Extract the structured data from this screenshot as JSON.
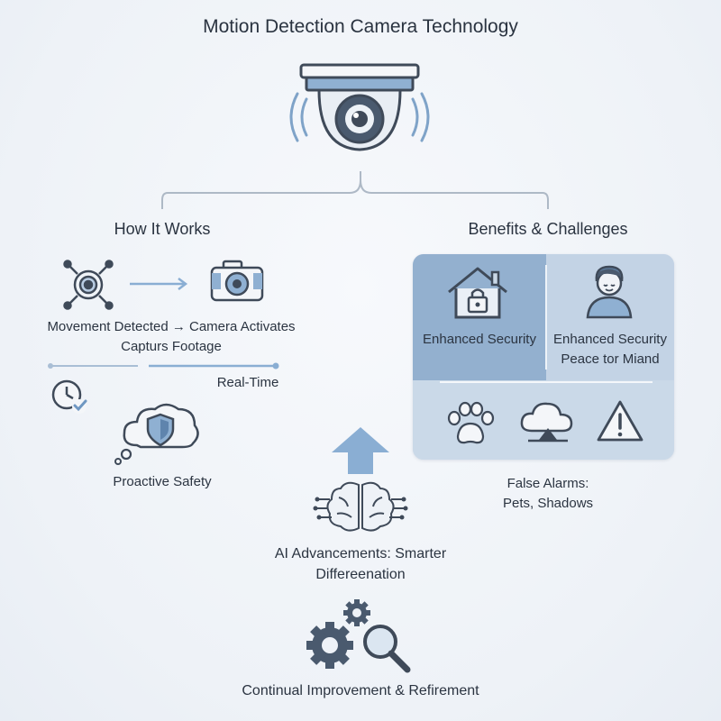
{
  "title": "Motion Detection Camera Technology",
  "how_it_works": {
    "heading": "How It Works",
    "flow_text_line1": "Movement Detected → Camera Activates",
    "flow_text_line2": "Capturs Footage",
    "realtime_label": "Real-Time",
    "proactive_label": "Proactive Safety"
  },
  "benefits": {
    "heading": "Benefits & Challenges",
    "cell_left_label": "Enhanced Security",
    "cell_right_line1": "Enhanced Security",
    "cell_right_line2": "Peace tor Miand",
    "false_alarms_line1": "False Alarms:",
    "false_alarms_line2": "Pets, Shadows"
  },
  "ai": {
    "line1": "AI Advancements: Smarter",
    "line2": "Differeenation"
  },
  "footer": {
    "label": "Continual Improvement & Refirement"
  },
  "colors": {
    "accent_blue": "#8aaed3",
    "dark_slate": "#4a5a6e",
    "panel_light": "#c9d7e6",
    "panel_dark": "#93b0cf"
  },
  "icons": [
    "camera-dome-icon",
    "motion-sensor-icon",
    "camera-icon",
    "clock-check-icon",
    "shield-cloud-icon",
    "house-lock-icon",
    "person-icon",
    "paw-icon",
    "cloud-shadow-icon",
    "warning-icon",
    "up-arrow-icon",
    "brain-circuit-icon",
    "gears-magnifier-icon"
  ]
}
